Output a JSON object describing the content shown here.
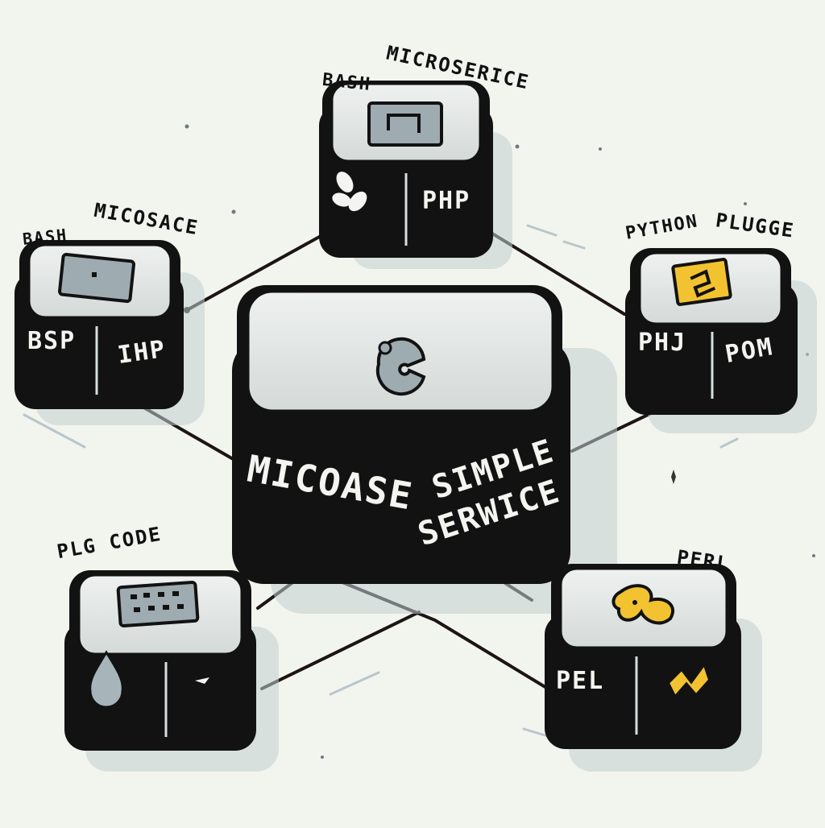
{
  "nodes": {
    "top": {
      "caption_left": "BASH",
      "caption_right": "MICROSERICE",
      "face_right": "PHP",
      "icon": "square-terminal-icon",
      "side_icon": "propeller-icon"
    },
    "left": {
      "caption_left": "BASH",
      "caption_right": "MICOSACE",
      "face_left": "BSP",
      "face_right": "IHP",
      "icon": "square-chip-icon"
    },
    "center": {
      "face_left": "MICOASE",
      "face_right_line1": "SIMPLE",
      "face_right_line2": "SERWICE",
      "icon": "python-like-icon"
    },
    "right": {
      "caption_left": "PYTHON",
      "caption_right": "PLUGGE",
      "face_left": "PHJ",
      "face_right": "POM",
      "icon": "yellow-square-icon",
      "icon_color": "#f2c230"
    },
    "bottom_left": {
      "caption": "PLG CODE",
      "icon": "keyboard-icon",
      "side_icon": "drop-icon"
    },
    "bottom_right": {
      "caption": "PERL",
      "face_left": "PEL",
      "icon": "yellow-snake-icon",
      "icon_color": "#f2c230",
      "side_icon": "lightning-icon"
    }
  },
  "colors": {
    "background": "#f2f5ee",
    "box_body": "#121212",
    "box_top": "#e1e5e3",
    "accent_yellow": "#f2c230",
    "icon_gray": "#a7b5ba"
  }
}
